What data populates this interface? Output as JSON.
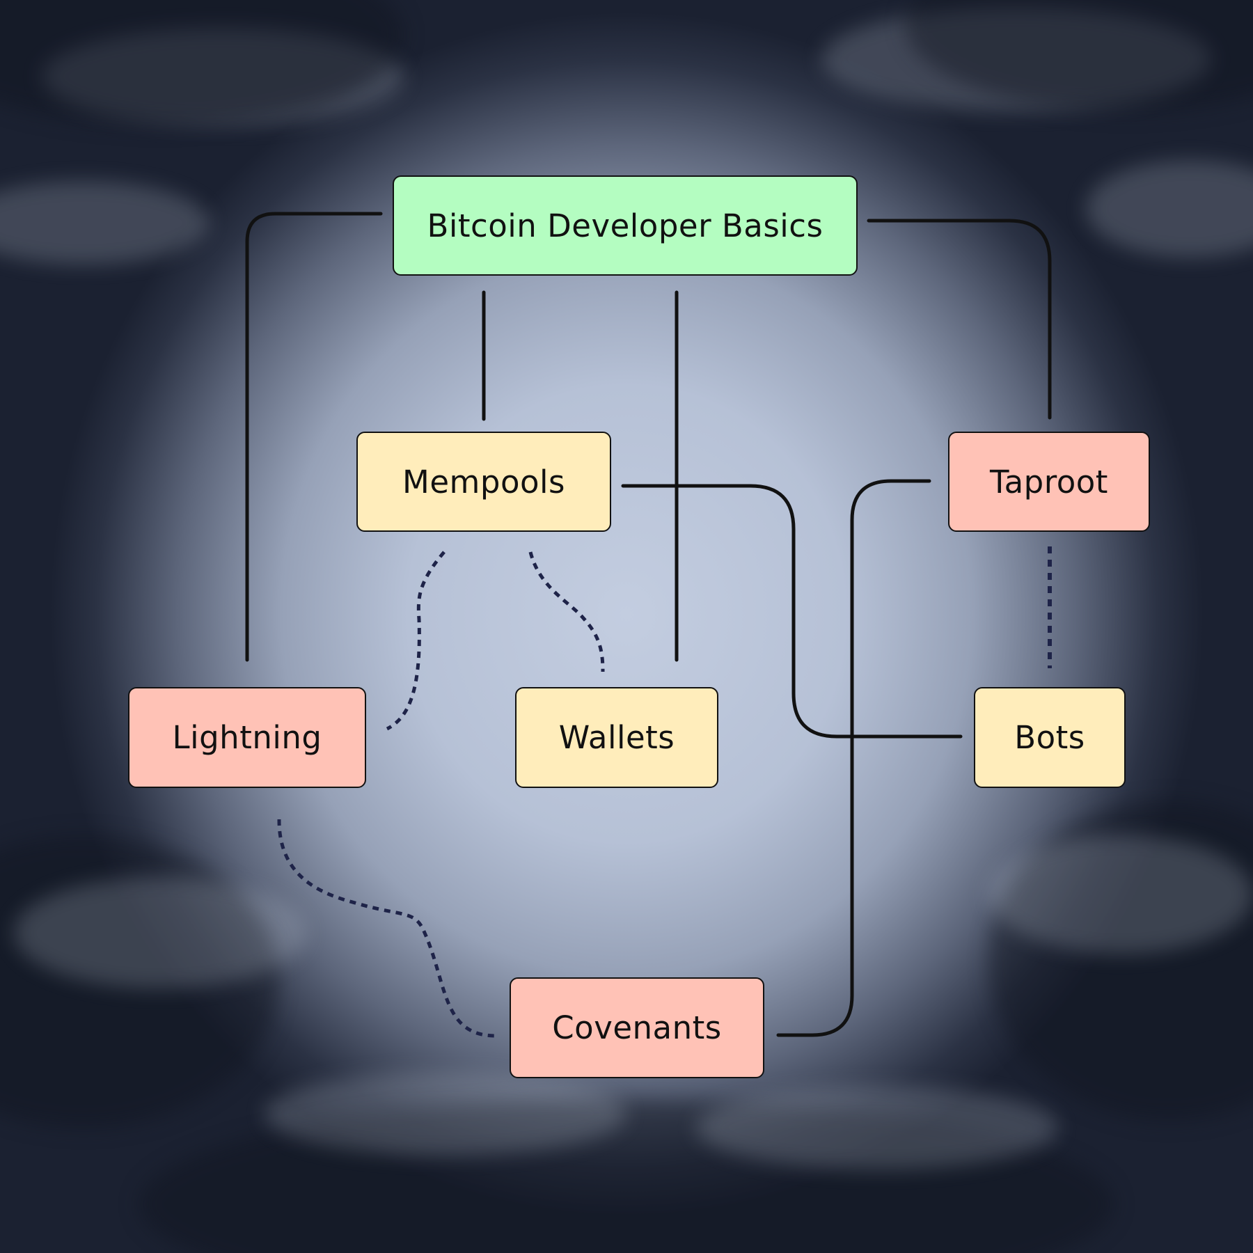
{
  "diagram": {
    "nodes": [
      {
        "id": "basics",
        "label": "Bitcoin Developer Basics",
        "color": "#b4fdc1"
      },
      {
        "id": "mempools",
        "label": "Mempools",
        "color": "#ffedbb"
      },
      {
        "id": "taproot",
        "label": "Taproot",
        "color": "#ffc2b6"
      },
      {
        "id": "lightning",
        "label": "Lightning",
        "color": "#ffc2b6"
      },
      {
        "id": "wallets",
        "label": "Wallets",
        "color": "#ffedbb"
      },
      {
        "id": "bots",
        "label": "Bots",
        "color": "#ffedbb"
      },
      {
        "id": "covenants",
        "label": "Covenants",
        "color": "#ffc2b6"
      }
    ],
    "edges": [
      {
        "from": "basics",
        "to": "lightning",
        "style": "solid"
      },
      {
        "from": "basics",
        "to": "mempools",
        "style": "solid"
      },
      {
        "from": "basics",
        "to": "wallets",
        "style": "solid"
      },
      {
        "from": "basics",
        "to": "taproot",
        "style": "solid"
      },
      {
        "from": "mempools",
        "to": "bots",
        "style": "solid"
      },
      {
        "from": "taproot",
        "to": "covenants",
        "style": "solid"
      },
      {
        "from": "mempools",
        "to": "lightning",
        "style": "dotted"
      },
      {
        "from": "mempools",
        "to": "wallets",
        "style": "dotted"
      },
      {
        "from": "taproot",
        "to": "bots",
        "style": "dotted"
      },
      {
        "from": "lightning",
        "to": "covenants",
        "style": "dotted"
      }
    ]
  }
}
